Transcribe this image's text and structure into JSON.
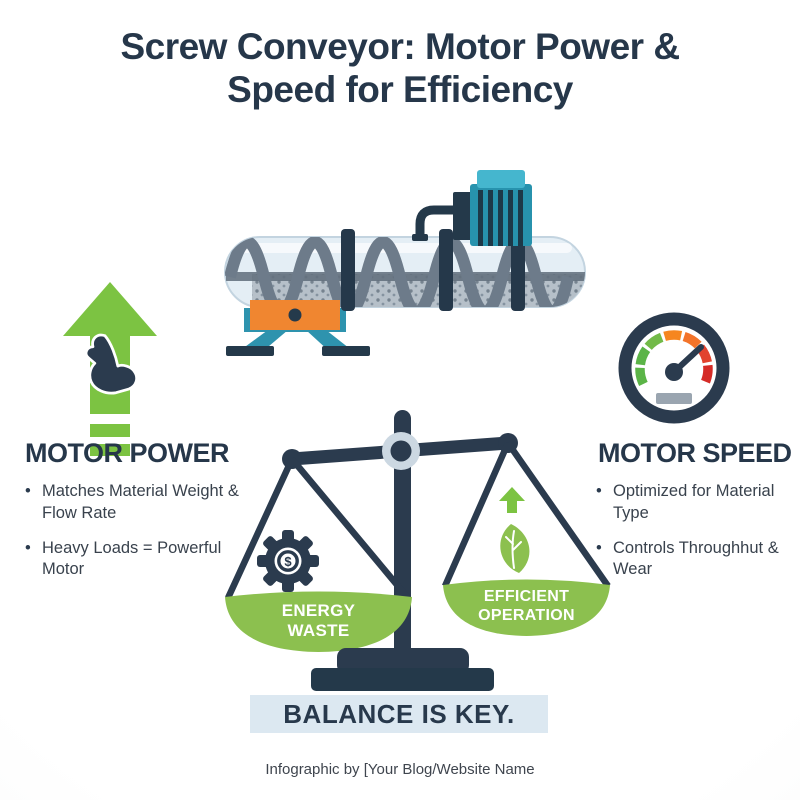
{
  "title": {
    "line1": "Screw Conveyor: Motor Power &",
    "line2": "Speed for Efficiency"
  },
  "power_section": {
    "heading": "MOTOR POWER",
    "icon": "bicep-up-arrow-icon",
    "bullets": [
      "Matches Material Weight & Flow Rate",
      "Heavy Loads = Powerful Motor"
    ]
  },
  "speed_section": {
    "heading": "MOTOR SPEED",
    "icon": "speedometer-icon",
    "bullets": [
      "Optimized for Material Type",
      "Controls Throughhut & Wear"
    ]
  },
  "scale": {
    "left_pan_label": "ENERGY WASTE",
    "right_pan_label": "EFFICIENT OPERATION",
    "left_pan_icon": "gear-dollar-icon",
    "right_pan_icon": "leaf-growth-icon",
    "dollar_symbol": "$"
  },
  "banner": {
    "text": "BALANCE IS KEY."
  },
  "footer": {
    "credit": "Infographic by [Your Blog/Website Name"
  },
  "colors": {
    "navy": "#2b3b4e",
    "green": "#7cc342",
    "pan_green": "#8cc04f",
    "teal": "#2792ad",
    "teal_light": "#45b6ce",
    "orange": "#f08630",
    "banner_bg": "#dce8f1",
    "gauge_green": "#5bb447",
    "gauge_orange": "#f6861f",
    "gauge_red": "#d5352b",
    "pivot_ring": "#ccd8e2",
    "title_text": "#26374a"
  }
}
